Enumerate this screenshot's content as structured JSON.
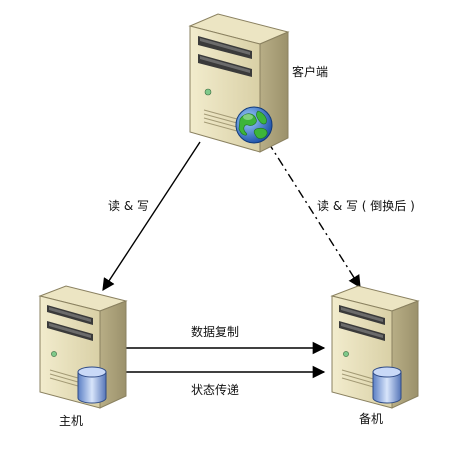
{
  "nodes": {
    "client": {
      "label": "客户端"
    },
    "primary": {
      "label": "主机"
    },
    "standby": {
      "label": "备机"
    }
  },
  "edges": {
    "client_to_primary": {
      "label": "读 & 写"
    },
    "client_to_standby": {
      "label": "读 & 写 ( 倒换后 )"
    },
    "replication": {
      "label": "数据复制"
    },
    "state_transfer": {
      "label": "状态传递"
    }
  },
  "icons": [
    "server-icon",
    "globe-icon",
    "database-icon"
  ]
}
